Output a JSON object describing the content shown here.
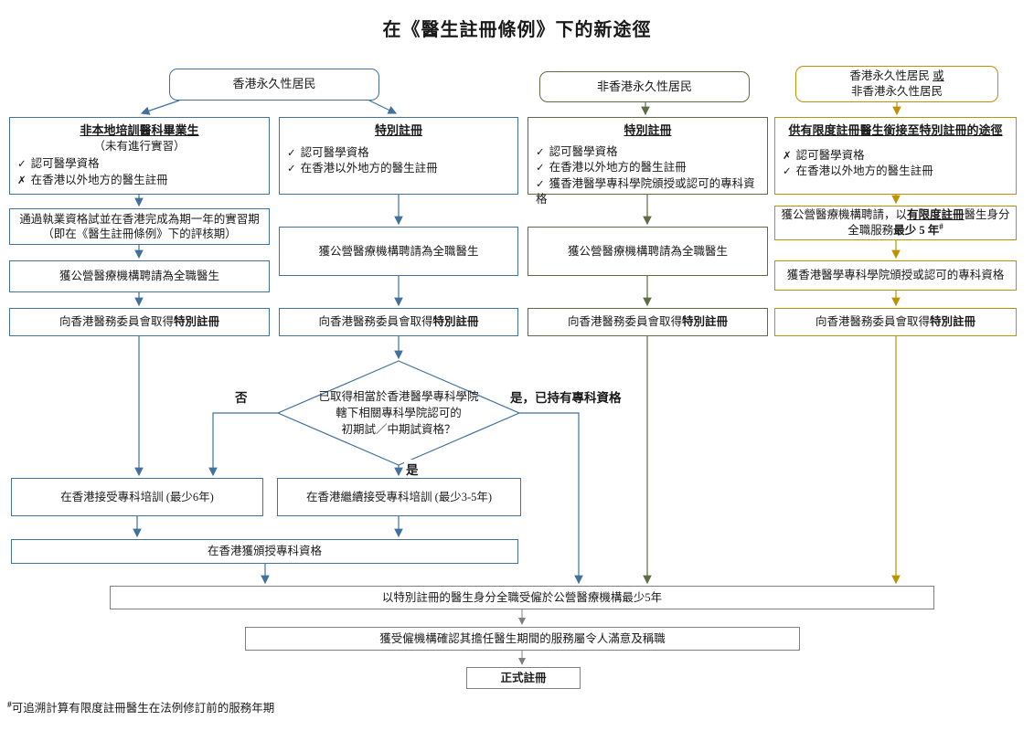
{
  "title": "在《醫生註冊條例》下的新途徑",
  "colors": {
    "blue": "#41719C",
    "olive": "#5F6B45",
    "gold": "#BF9000",
    "gray": "#7F7F7F"
  },
  "headers": {
    "hk_resident": "香港永久性居民",
    "non_hk_resident": "非香港永久性居民",
    "mixed_line1": "香港永久性居民 ",
    "mixed_or": "或",
    "mixed_line2": "非香港永久性居民"
  },
  "shared": {
    "employed_step": "獲公營醫療機構聘請為全職醫生",
    "register_prefix": "向香港醫務委員會取得",
    "register_bold": "特別註冊"
  },
  "col1": {
    "entry_title": "非本地培訓醫科畢業生",
    "entry_subtitle": "（未有進行實習）",
    "items": [
      {
        "mark": "✓",
        "text": "認可醫學資格"
      },
      {
        "mark": "✗",
        "text": "在香港以外地方的醫生註冊"
      }
    ],
    "exam_line1": "通過執業資格試並在香港完成為期一年的實習期",
    "exam_line2": "（即在《醫生註冊條例》下的評核期）"
  },
  "col2": {
    "entry_title": "特別註冊",
    "items": [
      {
        "mark": "✓",
        "text": "認可醫學資格"
      },
      {
        "mark": "✓",
        "text": "在香港以外地方的醫生註冊"
      }
    ]
  },
  "col3": {
    "entry_title": "特別註冊",
    "items": [
      {
        "mark": "✓",
        "text": "認可醫學資格"
      },
      {
        "mark": "✓",
        "text": "在香港以外地方的醫生註冊"
      },
      {
        "mark": "✓",
        "text": "獲香港醫學專科學院頒授或認可的專科資格"
      }
    ]
  },
  "col4": {
    "entry_title": "供有限度註冊醫生銜接至特別註冊的途徑",
    "items": [
      {
        "mark": "✗",
        "text": "認可醫學資格"
      },
      {
        "mark": "✓",
        "text": "在香港以外地方的醫生註冊"
      }
    ],
    "service_line1_a": "獲公營醫療機構聘請，以",
    "service_line1_b": "有限度註冊",
    "service_line1_c": "醫生身分",
    "service_line2_a": "全職服務",
    "service_line2_b": "最少 5 年",
    "service_sup": "#",
    "college_step": "獲香港醫學專科學院頒授或認可的專科資格"
  },
  "decision": {
    "line1": "已取得相當於香港醫學專科學院",
    "line2": "轄下相關專科學院認可的",
    "line3": "初期試／中期試資格？",
    "no_label": "否",
    "yes_label": "是",
    "yes_specialist_label": "是，已持有專科資格"
  },
  "training": {
    "no_path": "在香港接受專科培訓 (最少6年)",
    "yes_path": "在香港繼續接受專科培訓 (最少3-5年)",
    "award": "在香港獲頒授專科資格"
  },
  "final": {
    "employment": "以特別註冊的醫生身分全職受僱於公營醫療機構最少5年",
    "confirmation": "獲受僱機構確認其擔任醫生期間的服務屬令人滿意及稱職",
    "registration": "正式註冊"
  },
  "footnote": {
    "marker": "#",
    "text": "可追溯計算有限度註冊醫生在法例修訂前的服務年期"
  }
}
